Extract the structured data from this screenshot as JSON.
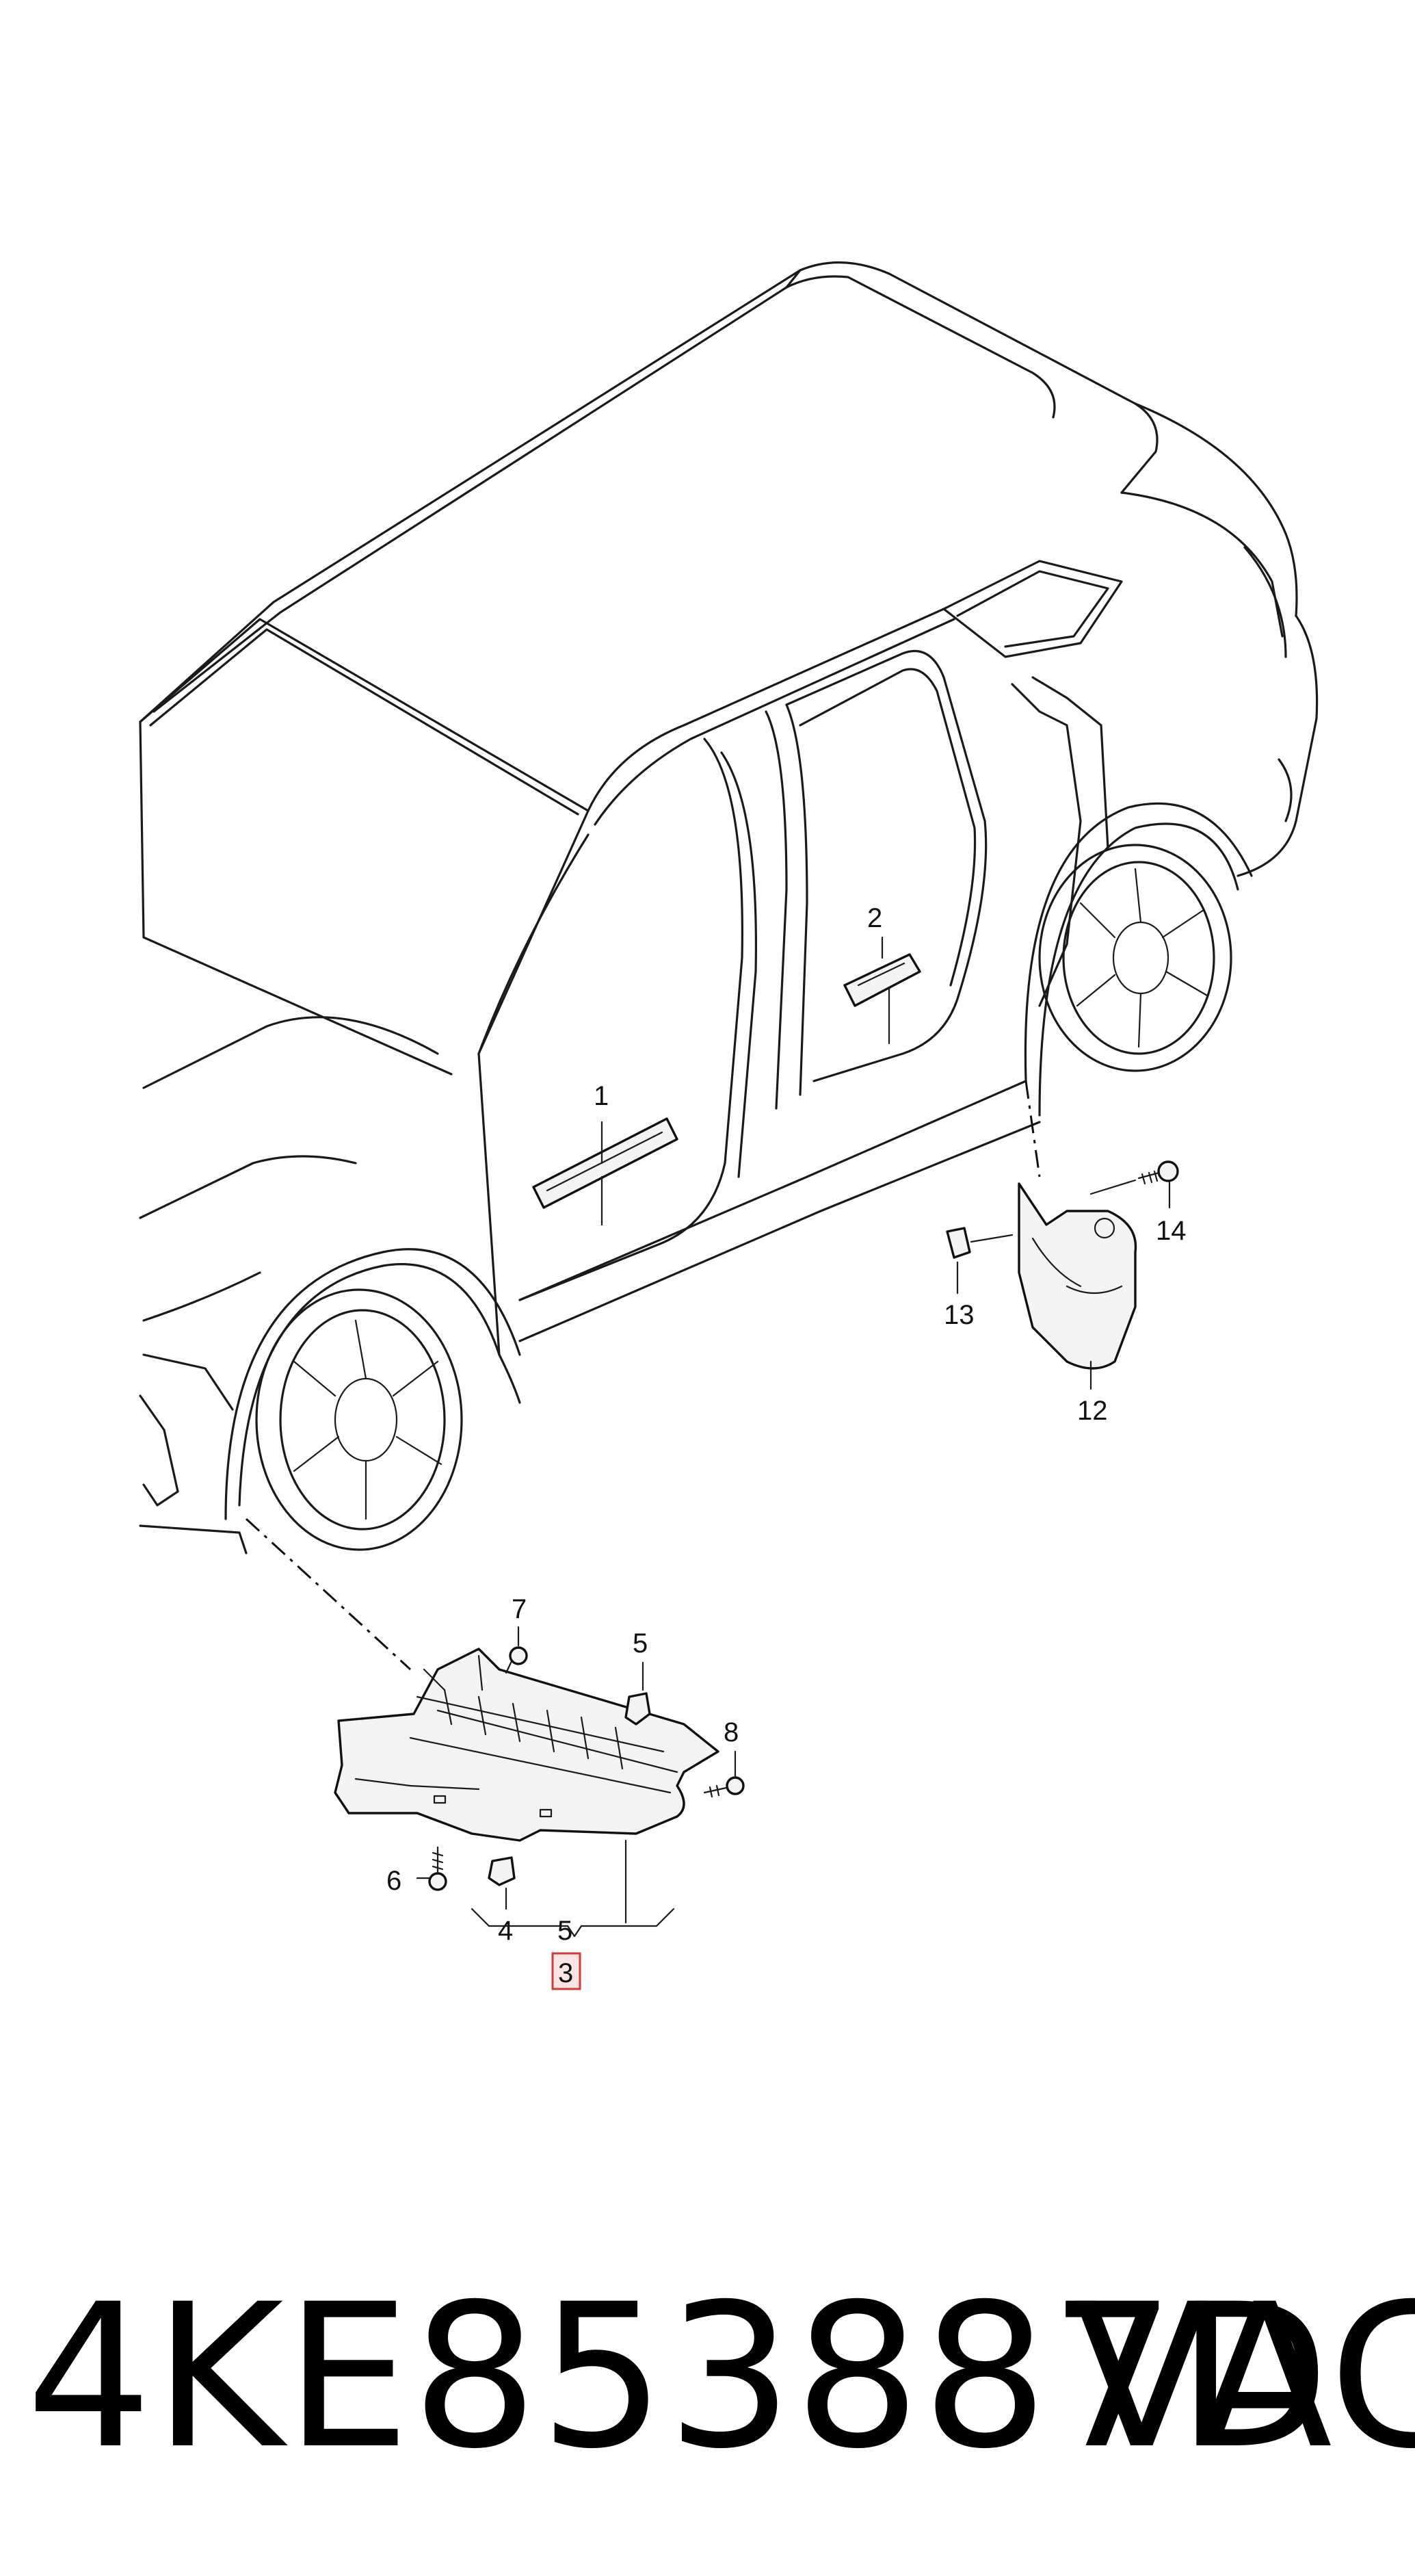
{
  "callouts": {
    "c1": "1",
    "c2": "2",
    "c3": "3",
    "c4": "4",
    "c5a": "5",
    "c5b": "5",
    "c6": "6",
    "c7": "7",
    "c8": "8",
    "c12": "12",
    "c13": "13",
    "c14": "14"
  },
  "highlighted_callout": "3",
  "highlight_color": "#d23a3a",
  "footer": {
    "part_number": "4KE853887D",
    "brand": "VAG"
  }
}
